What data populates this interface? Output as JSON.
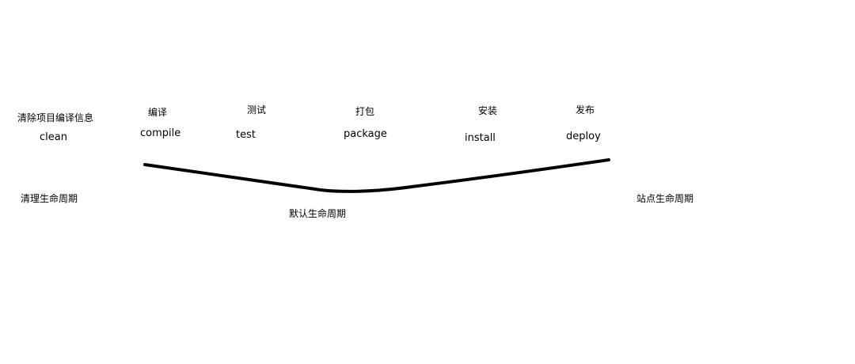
{
  "clean_phase": {
    "cn": "清除项目编译信息",
    "en": "clean",
    "lifecycle": "清理生命周期"
  },
  "default_phases": [
    {
      "cn": "编译",
      "en": "compile"
    },
    {
      "cn": "测试",
      "en": "test"
    },
    {
      "cn": "打包",
      "en": "package"
    },
    {
      "cn": "安装",
      "en": "install"
    },
    {
      "cn": "发布",
      "en": "deploy"
    }
  ],
  "default_lifecycle": "默认生命周期",
  "site_lifecycle": "站点生命周期",
  "colors": {
    "text": "#000000",
    "curve": "#000000",
    "background": "#ffffff"
  }
}
